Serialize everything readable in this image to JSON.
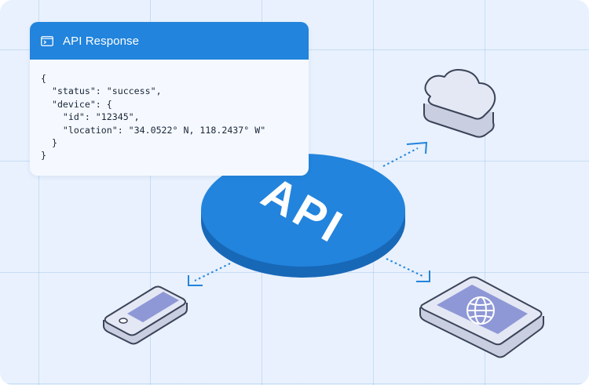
{
  "panel": {
    "title": "API Response",
    "icon": "terminal-icon",
    "code_lines": [
      "{",
      "  \"status\": \"success\",",
      "  \"device\": {",
      "    \"id\": \"12345\",",
      "    \"location\": \"34.0522° N, 118.2437° W\"",
      "  }",
      "}"
    ]
  },
  "hub": {
    "label": "API"
  },
  "nodes": [
    {
      "name": "cloud",
      "icon": "cloud-icon"
    },
    {
      "name": "phone",
      "icon": "phone-icon"
    },
    {
      "name": "tablet",
      "icon": "tablet-globe-icon"
    }
  ],
  "colors": {
    "accent": "#2284dc",
    "background": "#e8f1fd",
    "device_fill": "#dfe4f4",
    "device_screen": "#8f98d6",
    "outline": "#3b4358"
  }
}
